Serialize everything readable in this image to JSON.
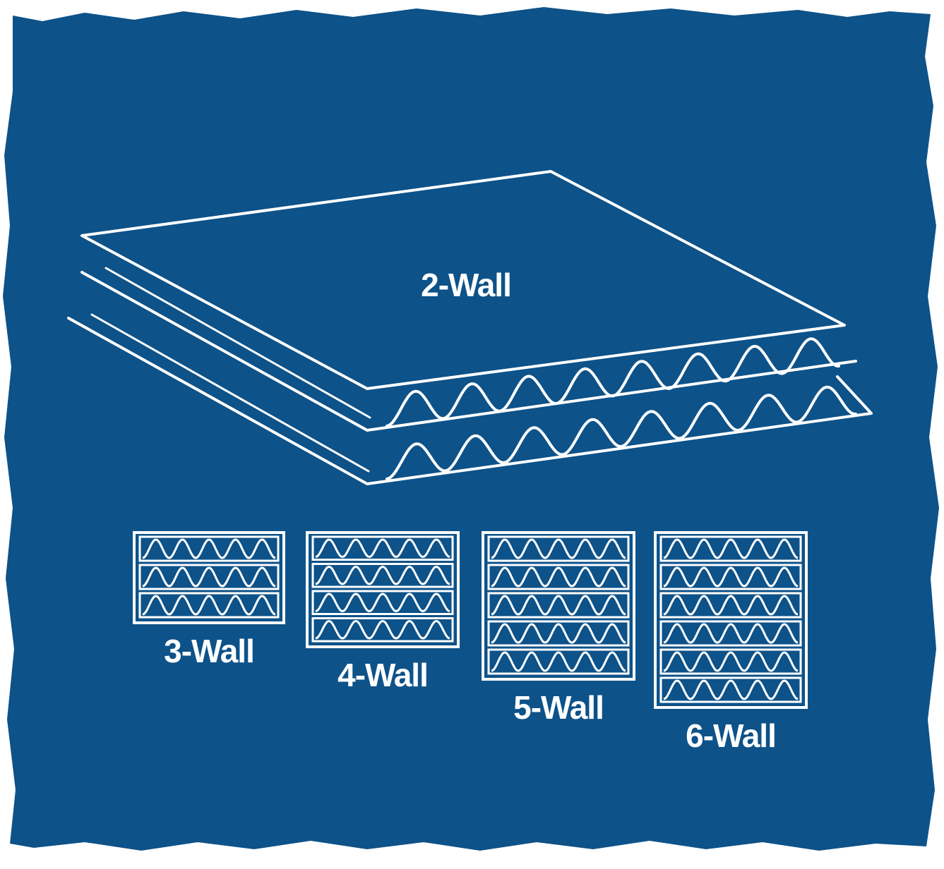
{
  "colors": {
    "background": "#0d5289",
    "line": "#ffffff",
    "text": "#ffffff",
    "page": "#ffffff"
  },
  "main_illustration": {
    "label": "2-Wall",
    "flute_count": 8
  },
  "cross_sections": [
    {
      "label": "3-Wall",
      "layers": 3,
      "flutes_per_row": 5
    },
    {
      "label": "4-Wall",
      "layers": 4,
      "flutes_per_row": 5
    },
    {
      "label": "5-Wall",
      "layers": 5,
      "flutes_per_row": 5
    },
    {
      "label": "6-Wall",
      "layers": 6,
      "flutes_per_row": 5
    }
  ]
}
